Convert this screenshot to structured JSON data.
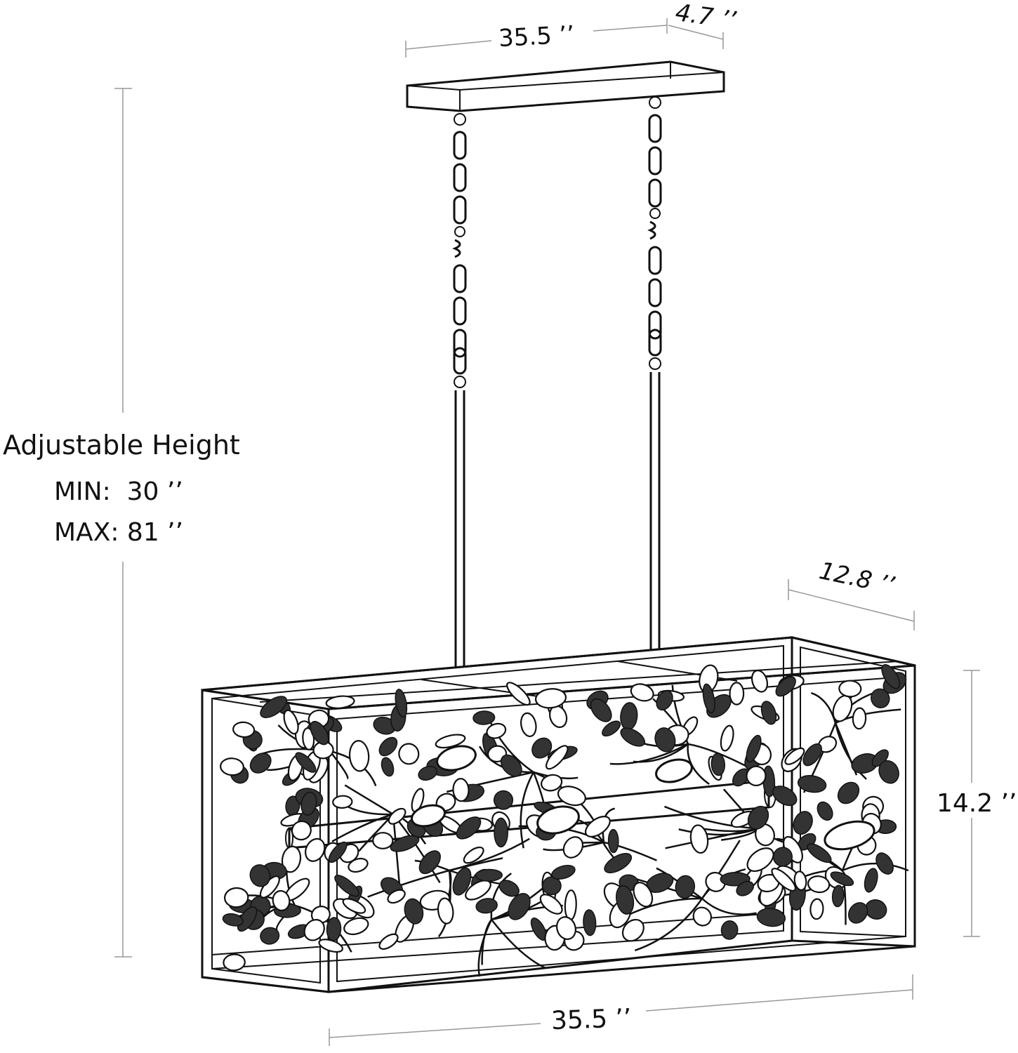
{
  "dimensions": {
    "canopy_length": "35.5 ’’",
    "canopy_width": "4.7 ’’",
    "body_depth": "12.8 ’’",
    "body_height": "14.2 ’’",
    "body_length": "35.5 ’’"
  },
  "height_info": {
    "title": "Adjustable Height",
    "min_label": "MIN:  30 ’’",
    "max_label": "MAX: 81 ’’"
  }
}
